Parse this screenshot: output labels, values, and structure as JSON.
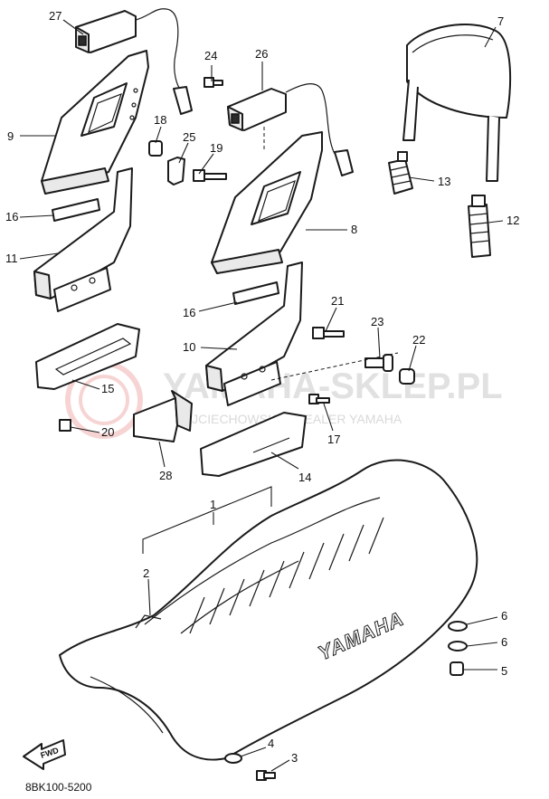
{
  "diagram": {
    "diagram_code": "8BK100-5200",
    "seat_brand_text": "YAMAHA",
    "direction_arrow_text": "FWD",
    "watermark": {
      "main": "YAMAHA-SKLEP.PL",
      "tagline": "WOJCIECHOWSKI & DEALER YAMAHA"
    },
    "callouts": [
      "27",
      "24",
      "26",
      "7",
      "9",
      "18",
      "25",
      "19",
      "13",
      "16",
      "8",
      "12",
      "11",
      "16",
      "21",
      "10",
      "23",
      "22",
      "15",
      "20",
      "17",
      "28",
      "14",
      "1",
      "2",
      "6",
      "6",
      "5",
      "4",
      "3"
    ]
  }
}
